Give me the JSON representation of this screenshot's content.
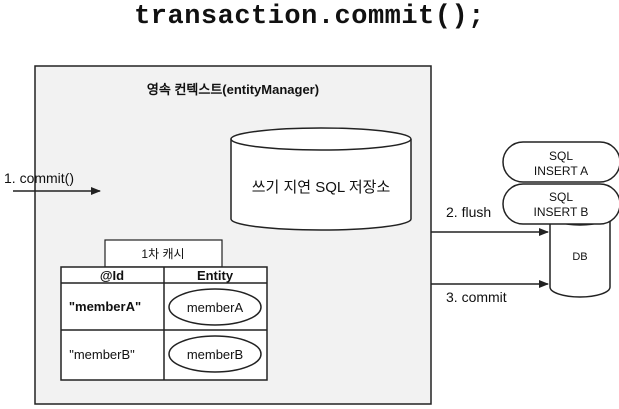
{
  "title": "transaction.commit();",
  "context": {
    "label": "영속 컨텍스트(entityManager)",
    "sql_store_label": "쓰기 지연 SQL 저장소"
  },
  "cache": {
    "label": "1차 캐시",
    "columns": [
      "@Id",
      "Entity"
    ],
    "rows": [
      {
        "id": "\"memberA\"",
        "entity": "memberA"
      },
      {
        "id": "\"memberB\"",
        "entity": "memberB"
      }
    ]
  },
  "sql_queries": [
    {
      "line1": "SQL",
      "line2": "INSERT A"
    },
    {
      "line1": "SQL",
      "line2": "INSERT B"
    }
  ],
  "db_label": "DB",
  "arrows": {
    "commit_in": "1. commit()",
    "flush": "2. flush",
    "commit_db": "3. commit"
  },
  "colors": {
    "box_fill": "#f2f2f2",
    "stroke": "#222222",
    "white": "#ffffff"
  }
}
